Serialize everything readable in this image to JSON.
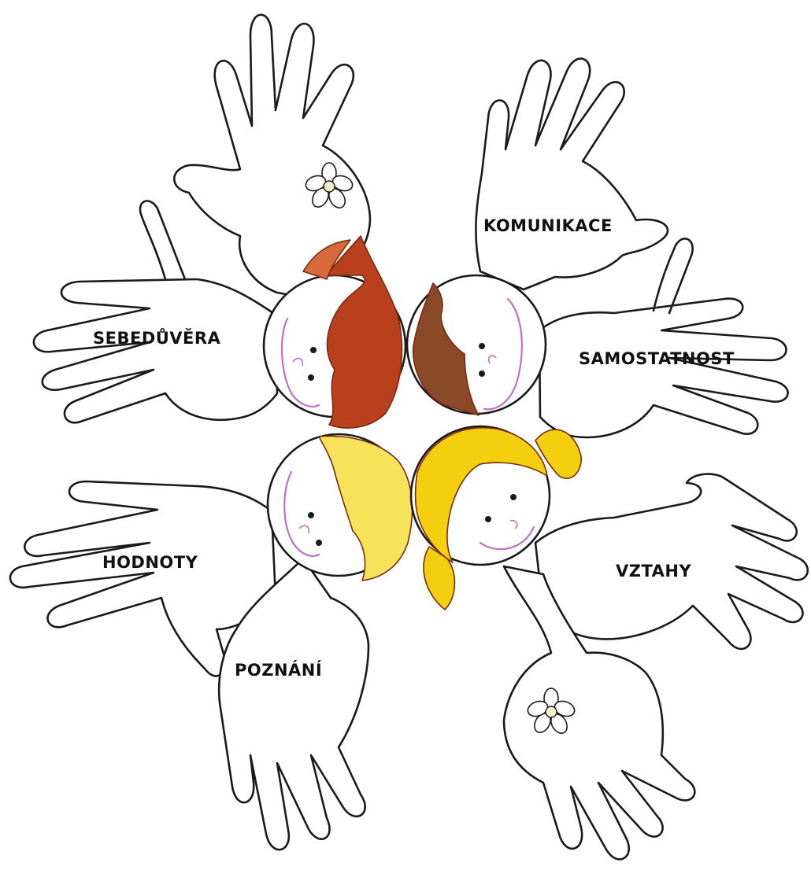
{
  "labels": {
    "komunikace": "KOMUNIKACE",
    "sebeduvera": "SEBEDŮVĚRA",
    "samostatnost": "SAMOSTATNOST",
    "hodnoty": "HODNOTY",
    "vztahy": "VZTAHY",
    "poznani": "POZNÁNÍ"
  },
  "colors": {
    "line": "#1a1a1a",
    "hair_red": "#b8401c",
    "hair_brown": "#8a4a28",
    "hair_yellow_light": "#f7e35a",
    "hair_yellow": "#f4cf10",
    "smile": "#c070c0",
    "flower_center": "#f3f0c8"
  },
  "icons": [
    "flower-icon",
    "flower-icon"
  ]
}
